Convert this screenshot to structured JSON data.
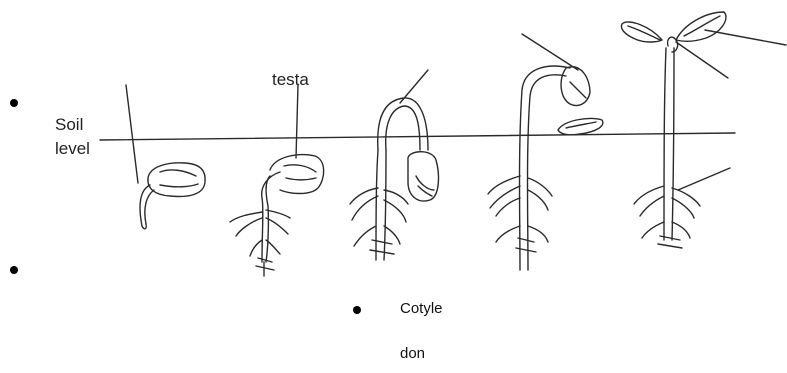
{
  "labels": {
    "testa": "testa",
    "soil_line1": "Soil",
    "soil_line2": "level",
    "cotyledon_line1": "Cotyle",
    "cotyledon_line2": "don"
  },
  "stages": [
    {
      "id": "stage-1"
    },
    {
      "id": "stage-2"
    },
    {
      "id": "stage-3"
    },
    {
      "id": "stage-4"
    },
    {
      "id": "stage-5"
    }
  ]
}
